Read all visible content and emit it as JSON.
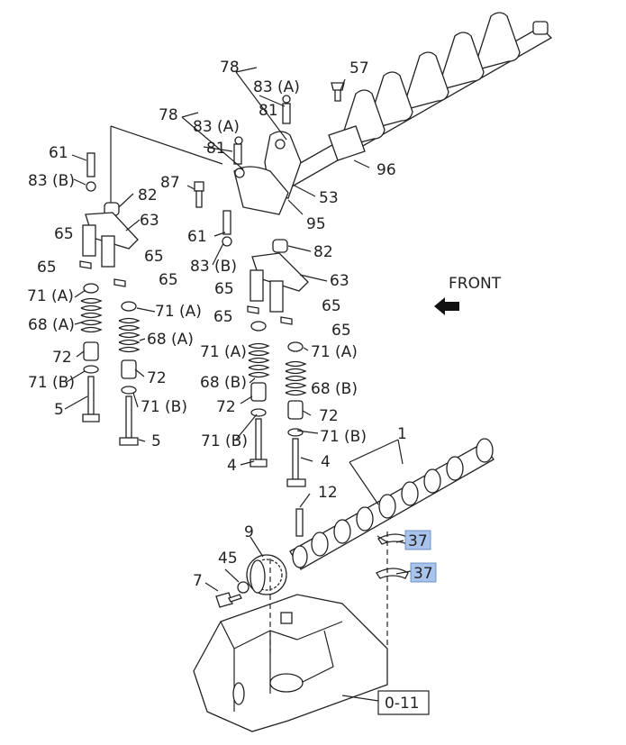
{
  "front_label": "FRONT",
  "callouts": [
    {
      "id": "c78a",
      "text": "78"
    },
    {
      "id": "c83a_1",
      "text": "83 (A)"
    },
    {
      "id": "c81_1",
      "text": "81"
    },
    {
      "id": "c57",
      "text": "57"
    },
    {
      "id": "c78b",
      "text": "78"
    },
    {
      "id": "c83a_2",
      "text": "83 (A)"
    },
    {
      "id": "c81_2",
      "text": "81"
    },
    {
      "id": "c96",
      "text": "96"
    },
    {
      "id": "c61_1",
      "text": "61"
    },
    {
      "id": "c83b_1",
      "text": "83 (B)"
    },
    {
      "id": "c82_1",
      "text": "82"
    },
    {
      "id": "c87",
      "text": "87"
    },
    {
      "id": "c53",
      "text": "53"
    },
    {
      "id": "c63_1",
      "text": "63"
    },
    {
      "id": "c95",
      "text": "95"
    },
    {
      "id": "c61_2",
      "text": "61"
    },
    {
      "id": "c82_2",
      "text": "82"
    },
    {
      "id": "c65_1",
      "text": "65"
    },
    {
      "id": "c65_2",
      "text": "65"
    },
    {
      "id": "c83b_2",
      "text": "83 (B)"
    },
    {
      "id": "c65_3",
      "text": "65"
    },
    {
      "id": "c65_4",
      "text": "65"
    },
    {
      "id": "c63_2",
      "text": "63"
    },
    {
      "id": "c71a_1",
      "text": "71 (A)"
    },
    {
      "id": "c65_5",
      "text": "65"
    },
    {
      "id": "c71a_2",
      "text": "71 (A)"
    },
    {
      "id": "c65_6",
      "text": "65"
    },
    {
      "id": "c65_7",
      "text": "65"
    },
    {
      "id": "c68a_1",
      "text": "68 (A)"
    },
    {
      "id": "c65_8",
      "text": "65"
    },
    {
      "id": "c68a_2",
      "text": "68 (A)"
    },
    {
      "id": "c71a_3",
      "text": "71 (A)"
    },
    {
      "id": "c71a_4",
      "text": "71 (A)"
    },
    {
      "id": "c72_1",
      "text": "72"
    },
    {
      "id": "c71b_1",
      "text": "71 (B)"
    },
    {
      "id": "c72_2",
      "text": "72"
    },
    {
      "id": "c68b_1",
      "text": "68 (B)"
    },
    {
      "id": "c68b_2",
      "text": "68 (B)"
    },
    {
      "id": "c71b_2",
      "text": "71 (B)"
    },
    {
      "id": "c5_1",
      "text": "5"
    },
    {
      "id": "c72_3",
      "text": "72"
    },
    {
      "id": "c72_4",
      "text": "72"
    },
    {
      "id": "c5_2",
      "text": "5"
    },
    {
      "id": "c71b_3",
      "text": "71 (B)"
    },
    {
      "id": "c71b_4",
      "text": "71 (B)"
    },
    {
      "id": "c1",
      "text": "1"
    },
    {
      "id": "c4_1",
      "text": "4"
    },
    {
      "id": "c4_2",
      "text": "4"
    },
    {
      "id": "c12",
      "text": "12"
    },
    {
      "id": "c9",
      "text": "9"
    },
    {
      "id": "c45",
      "text": "45"
    },
    {
      "id": "c7",
      "text": "7"
    }
  ],
  "highlighted_callouts": [
    {
      "id": "c37_1",
      "text": "37"
    },
    {
      "id": "c37_2",
      "text": "37"
    }
  ],
  "reference": {
    "text": "0-11"
  }
}
